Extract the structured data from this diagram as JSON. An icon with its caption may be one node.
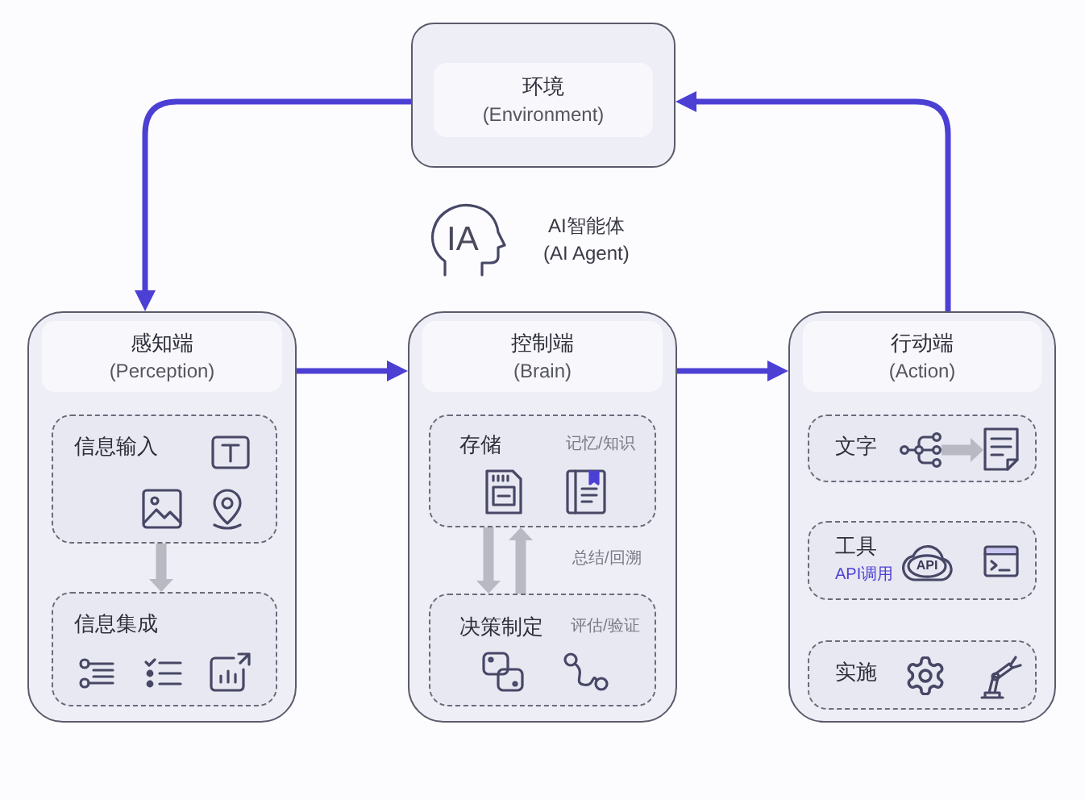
{
  "diagram": {
    "nodes": [
      {
        "text": [
          "环境",
          "(Environment)"
        ]
      },
      {
        "text": [
          "感知端",
          "(Perception)"
        ]
      },
      {
        "text": [
          "信息输入"
        ],
        "in": 1
      },
      {
        "text": [
          "信息集成"
        ],
        "in": 1
      },
      {
        "text": [
          "控制端",
          "(Brain)"
        ]
      },
      {
        "text": [
          "存储",
          "记忆/知识"
        ],
        "in": 4
      },
      {
        "text": [
          "决策制定",
          "评估/验证"
        ],
        "in": 4
      },
      {
        "text": [
          "行动端",
          "(Action)"
        ]
      },
      {
        "text": [
          "文字"
        ],
        "in": 7
      },
      {
        "text": [],
        "shape": "picture",
        "in": 8
      },
      {
        "text": [],
        "shape": "picture",
        "in": 8
      },
      {
        "text": [
          "工具",
          "API调用",
          "API"
        ],
        "in": 7
      },
      {
        "text": [
          "实施"
        ],
        "in": 7
      }
    ],
    "edges": [
      {
        "from": 0,
        "to": 1,
        "arrow": "to"
      },
      {
        "from": 1,
        "to": 4,
        "arrow": "to"
      },
      {
        "from": 4,
        "to": 7,
        "arrow": "to"
      },
      {
        "from": 7,
        "to": 0,
        "arrow": "to"
      },
      {
        "from": 2,
        "to": 3,
        "arrow": "to",
        "style": "thick",
        "color": "#b9b9c3"
      },
      {
        "from": 5,
        "to": 6,
        "arrow": "to",
        "style": "thick",
        "color": "#b9b9c3"
      },
      {
        "from": 6,
        "to": 5,
        "arrow": "to",
        "style": "thick",
        "color": "#b9b9c3"
      },
      {
        "from": 9,
        "to": 10,
        "arrow": "to",
        "style": "thick",
        "color": "#b9b9c3"
      }
    ],
    "labels": [
      "IA",
      "AI智能体",
      "(AI Agent)",
      "总结/回溯"
    ]
  }
}
